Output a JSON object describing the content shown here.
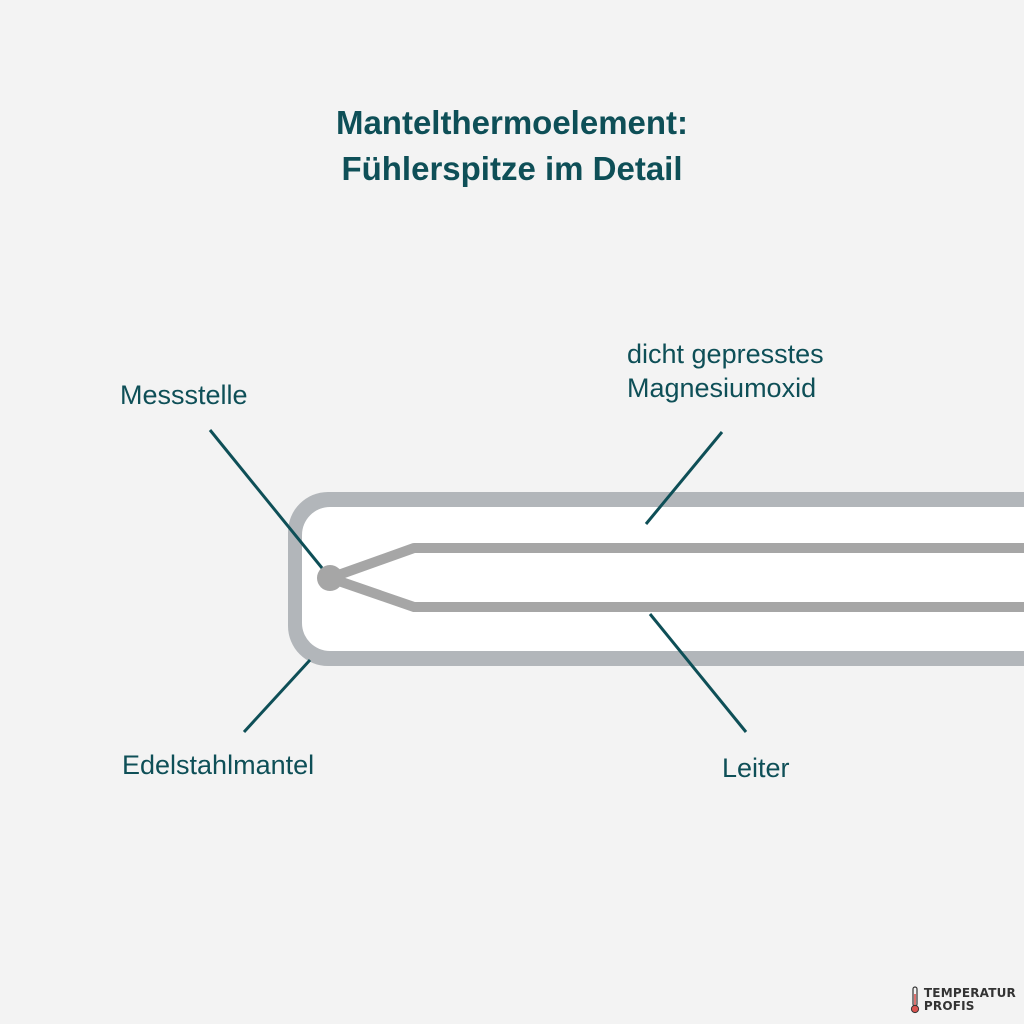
{
  "title": {
    "line1": "Mantelthermoelement:",
    "line2": "Fühlerspitze im Detail"
  },
  "labels": {
    "junction": "Messstelle",
    "insulation_line1": "dicht gepresstes",
    "insulation_line2": "Magnesiumoxid",
    "sheath": "Edelstahlmantel",
    "conductor": "Leiter"
  },
  "logo": {
    "line1": "TEMPERATUR",
    "line2": "PROFIS",
    "icon": "thermometer-icon"
  },
  "colors": {
    "background": "#f3f3f3",
    "text": "#0e4f57",
    "sheath": "#b2b6ba",
    "conductor": "#a6a6a6",
    "insulation": "#ffffff",
    "logo_accent": "#d9534f"
  }
}
